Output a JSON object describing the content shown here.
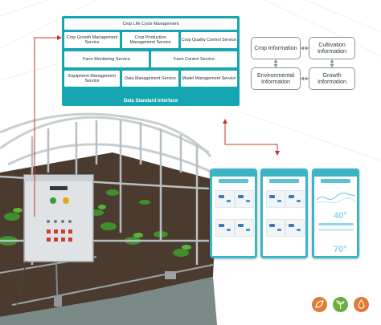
{
  "services": {
    "top": "Crop Life Cycle Management",
    "row2": [
      "Crop Growth Management Service",
      "Crop Production Management Service",
      "Crop Quality Control Service"
    ],
    "row3": [
      "Farm Monitoring Service",
      "Farm Control Service"
    ],
    "row4": [
      "Equipment Management Service",
      "Data Management Service",
      "Model Management Service"
    ],
    "footer": "Data Standard Interface"
  },
  "info_diagram": {
    "crop_info": "Crop Information",
    "cultivation_info": "Cultivation Information",
    "environmental_info": "Environmental Information",
    "growth_info": "Growth Information"
  },
  "phones": {
    "readouts": [
      "40°",
      "70°"
    ]
  },
  "colors": {
    "panel": "#16a6b2",
    "arrow": "#c0392b",
    "phone_border": "#3bb4c4",
    "icon_orange": "#e27a34",
    "icon_green": "#6cae3c"
  },
  "icons": [
    "leaf-icon",
    "sprout-icon",
    "drop-icon"
  ]
}
